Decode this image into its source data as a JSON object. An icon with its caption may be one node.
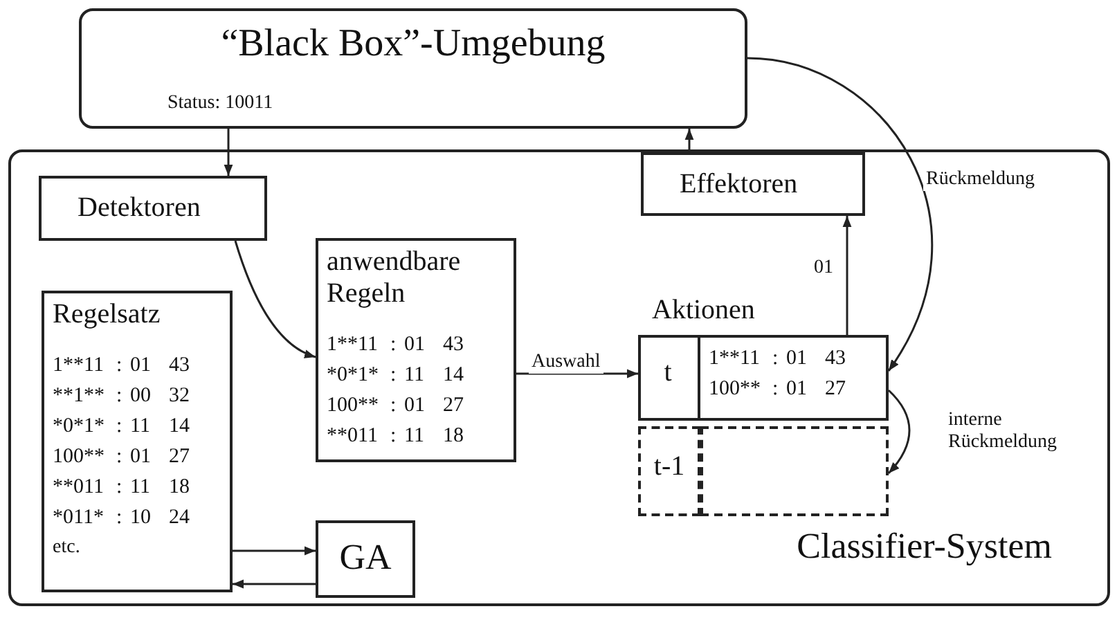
{
  "diagram": {
    "nodes": [
      {
        "text": [
          "“Black Box”-Umgebung",
          "Status: 10011"
        ]
      },
      {
        "text": [
          "Classifier-System"
        ]
      },
      {
        "text": [
          "Detektoren"
        ],
        "in": 1
      },
      {
        "text": [
          "Effektoren"
        ],
        "in": 1
      },
      {
        "text": [
          "anwendbare Regeln",
          "1**11 : 01 43",
          "*0*1* : 11 14",
          "100** : 01 27",
          "**011 : 11 18"
        ],
        "in": 1
      },
      {
        "text": [
          "Regelsatz",
          "1**11 : 01 43",
          "**1** : 00 32",
          "*0*1* : 11 14",
          "100** : 01 27",
          "**011 : 11 18",
          "*011* : 10 24",
          "etc."
        ],
        "in": 1
      },
      {
        "text": [
          "GA"
        ],
        "in": 1
      },
      {
        "text": [
          "Aktionen"
        ],
        "in": 1
      },
      {
        "text": [
          "t"
        ],
        "in": 7
      },
      {
        "text": [
          "1**11 : 01 43",
          "100** : 01 27"
        ],
        "in": 7
      },
      {
        "text": [
          "t-1"
        ],
        "in": 1
      },
      {
        "text": [],
        "shape": "box",
        "in": 1
      }
    ],
    "edges": [
      {
        "from": 0,
        "to": 2,
        "arrow": "to"
      },
      {
        "from": 3,
        "to": 0,
        "arrow": "to"
      },
      {
        "from": 2,
        "to": 4,
        "arrow": "to"
      },
      {
        "from": 4,
        "to": 7,
        "arrow": "to",
        "label": "Auswahl"
      },
      {
        "from": 9,
        "to": 3,
        "arrow": "to",
        "label": "01"
      },
      {
        "from": 0,
        "to": 9,
        "arrow": "to",
        "label": "Rückmeldung"
      },
      {
        "from": 9,
        "to": 11,
        "arrow": "to",
        "label": "interne Rückmeldung"
      },
      {
        "from": 5,
        "to": 6,
        "arrow": "to"
      },
      {
        "from": 6,
        "to": 5,
        "arrow": "to"
      }
    ]
  }
}
